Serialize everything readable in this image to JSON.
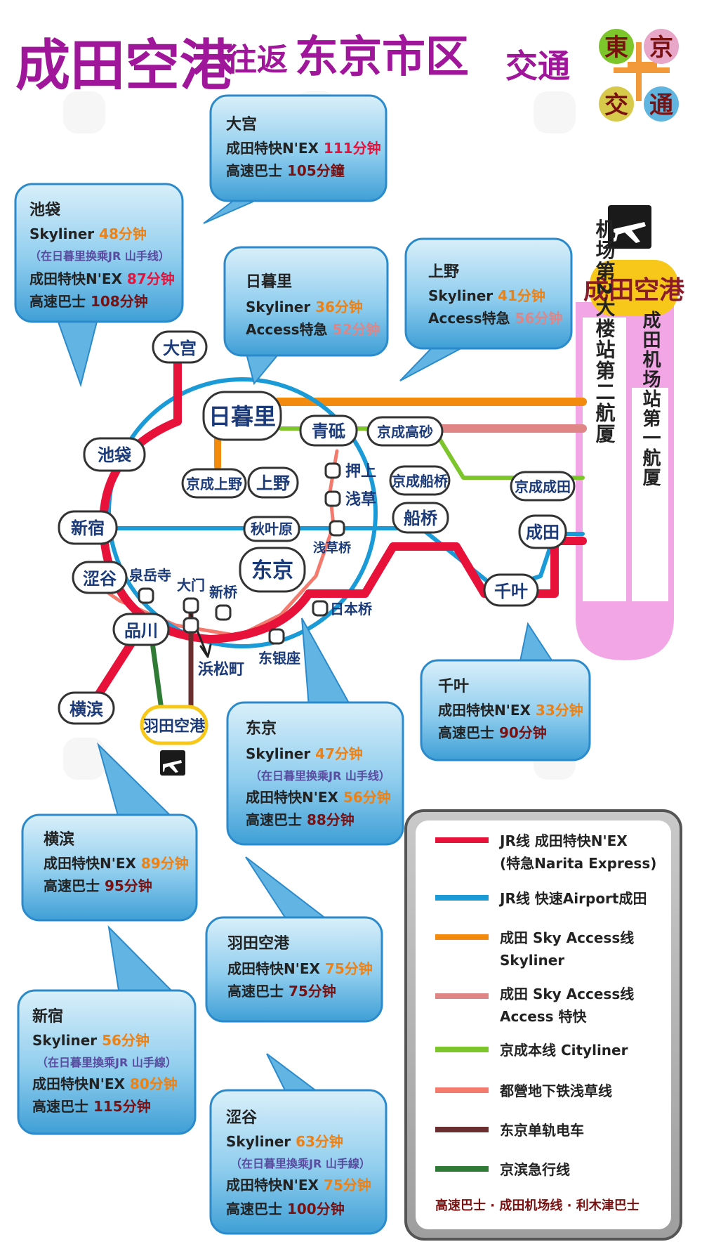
{
  "title": {
    "part1": "成田空港",
    "part2": "往返",
    "part3": "东京市区",
    "part4": "交通"
  },
  "logo": {
    "c1": "東",
    "c2": "京",
    "c3": "交",
    "c4": "通"
  },
  "airport": {
    "name": "成田空港",
    "terminal2": "机场第2大楼站第二航厦",
    "terminal1": "成田机场站第一航厦"
  },
  "stations": {
    "omiya": "大宫",
    "ikebukuro": "池袋",
    "nippori": "日暮里",
    "aoto": "青砥",
    "keisei_takasago": "京成高砂",
    "oshiage": "押上",
    "asakusa": "浅草",
    "keisei_ueno": "京成上野",
    "ueno": "上野",
    "keisei_funabashi": "京成船桥",
    "keisei_narita": "京成成田",
    "shinjuku": "新宿",
    "akihabara": "秋叶原",
    "asakusabashi": "浅草桥",
    "funabashi": "船桥",
    "narita": "成田",
    "shibuya": "涩谷",
    "sengakuji": "泉岳寺",
    "daimon": "大门",
    "shinbashi": "新桥",
    "tokyo": "东京",
    "nihonbashi": "日本桥",
    "chiba": "千叶",
    "shinagawa": "品川",
    "hamamatsucho": "浜松町",
    "higashi_ginza": "东银座",
    "yokohama": "横滨",
    "haneda": "羽田空港"
  },
  "bubbles": {
    "omiya": {
      "title": "大宫",
      "l1a": "成田特快",
      "l1b": "N'EX",
      "l1c": "111分钟",
      "l2a": "高速巴士",
      "l2b": "105分鐘"
    },
    "ikebukuro": {
      "title": "池袋",
      "l1a": "Skyliner",
      "l1b": "48分钟",
      "note": "（在日暮里换乘JR 山手线）",
      "l2a": "成田特快",
      "l2b": "N'EX",
      "l2c": "87分钟",
      "l3a": "高速巴士",
      "l3b": "108分钟"
    },
    "nippori": {
      "title": "日暮里",
      "l1a": "Skyliner",
      "l1b": "36分钟",
      "l2a": "Access",
      "l2b": "特急",
      "l2c": "52分钟"
    },
    "ueno": {
      "title": "上野",
      "l1a": "Skyliner",
      "l1b": "41分钟",
      "l2a": "Access",
      "l2b": "特急",
      "l2c": "56分钟"
    },
    "chiba": {
      "title": "千叶",
      "l1a": "成田特快",
      "l1b": "N'EX",
      "l1c": "33分钟",
      "l2a": "高速巴士",
      "l2b": "90分钟"
    },
    "tokyo": {
      "title": "东京",
      "l1a": "Skyliner",
      "l1b": "47分钟",
      "note": "（在日暮里换乘JR 山手线）",
      "l2a": "成田特快",
      "l2b": "N'EX",
      "l2c": "56分钟",
      "l3a": "高速巴士",
      "l3b": "88分钟"
    },
    "yokohama": {
      "title": "横滨",
      "l1a": "成田特快",
      "l1b": "N'EX",
      "l1c": "89分钟",
      "l2a": "高速巴士",
      "l2b": "95分钟"
    },
    "haneda": {
      "title": "羽田空港",
      "l1a": "成田特快",
      "l1b": "N'EX",
      "l1c": "75分钟",
      "l2a": "高速巴士",
      "l2b": "75分钟"
    },
    "shinjuku": {
      "title": "新宿",
      "l1a": "Skyliner",
      "l1b": "56分钟",
      "note": "（在日暮里換乘JR 山手線）",
      "l2a": "成田特快",
      "l2b": "N'EX",
      "l2c": "80分钟",
      "l3a": "高速巴士",
      "l3b": "115分钟"
    },
    "shibuya": {
      "title": "涩谷",
      "l1a": "Skyliner",
      "l1b": "63分钟",
      "note": "（在日暮里換乘JR 山手線）",
      "l2a": "成田特快",
      "l2b": "N'EX",
      "l2c": "75分钟",
      "l3a": "高速巴士",
      "l3b": "100分钟"
    }
  },
  "legend": {
    "jr_nex_a": "JR线 成田特快N'EX",
    "jr_nex_b": "(特急Narita Express)",
    "jr_airport": "JR线 快速Airport成田",
    "sky_skyliner_a": "成田 Sky Access线",
    "sky_skyliner_b": "Skyliner",
    "sky_access_a": "成田 Sky Access线",
    "sky_access_b": "Access 特快",
    "keisei_main": "京成本线 Cityliner",
    "toei_asakusa": "都營地下铁浅草线",
    "monorail": "东京单轨电车",
    "keikyu": "京滨急行线",
    "bus": "高速巴士 · 成田机场线 · 利木津巴士"
  },
  "colors": {
    "jr_nex": "#e8113a",
    "jr_airport": "#1a9ad6",
    "skyliner": "#f28a0e",
    "access": "#e08585",
    "keisei": "#7cc52b",
    "toei": "#f47a6e",
    "monorail": "#6b2e2e",
    "keikyu": "#2f7a34",
    "title": "#a0169a",
    "minutes_orange": "#f08010",
    "minutes_red": "#e8113a",
    "minutes_dark": "#7a1010"
  }
}
